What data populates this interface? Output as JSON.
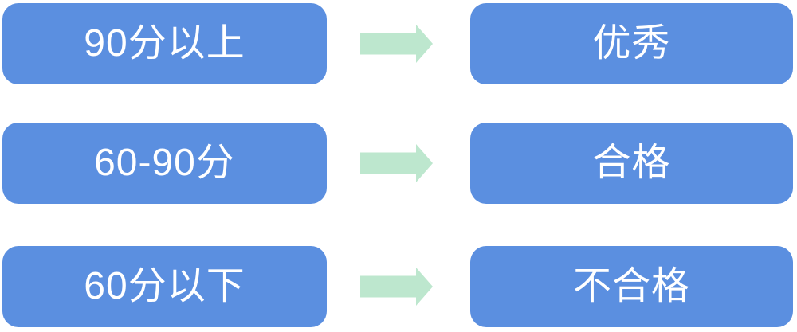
{
  "rows": [
    {
      "score_range": "90分以上",
      "grade": "优秀"
    },
    {
      "score_range": "60-90分",
      "grade": "合格"
    },
    {
      "score_range": "60分以下",
      "grade": "不合格"
    }
  ],
  "icons": {
    "arrow": "right-block-arrow"
  },
  "colors": {
    "box_fill": "#5B8FE0",
    "arrow_fill": "#BDE7CE",
    "text": "#FFFFFF",
    "background": "#FFFFFF"
  }
}
